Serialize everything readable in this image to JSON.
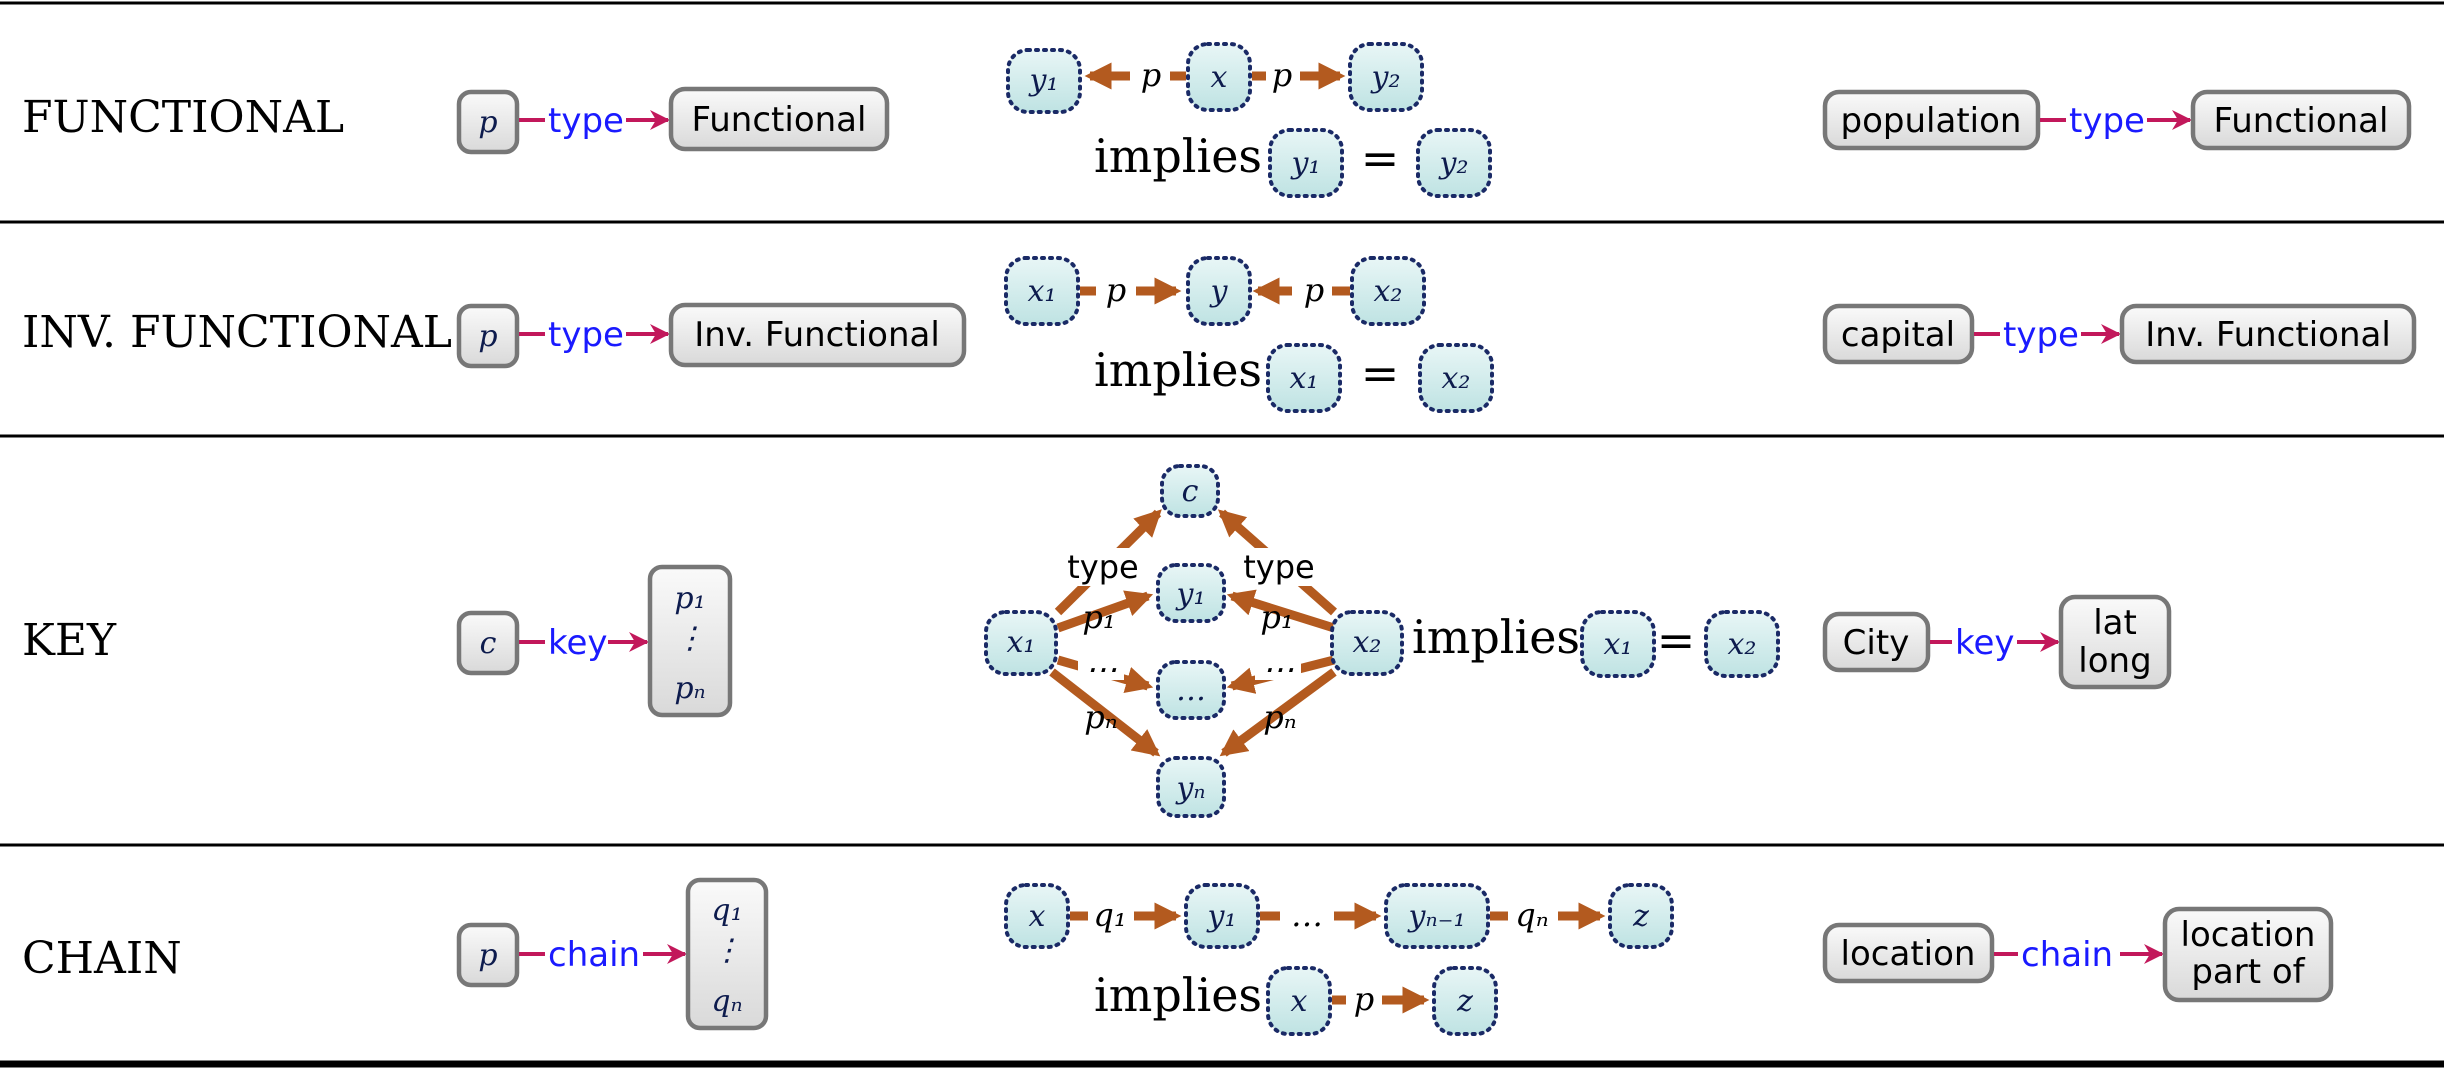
{
  "rows": [
    {
      "title": "FUNCTIONAL",
      "left": {
        "subject": "p",
        "relation": "type",
        "object": "Functional"
      },
      "pattern": {
        "n1": "y₁",
        "e1": "p",
        "n2": "x",
        "e2": "p",
        "n3": "y₂"
      },
      "implies": {
        "word": "implies",
        "lhs": "y₁",
        "eq": "=",
        "rhs": "y₂"
      },
      "example": {
        "subject": "population",
        "relation": "type",
        "object": "Functional"
      }
    },
    {
      "title": "INV. FUNCTIONAL",
      "left": {
        "subject": "p",
        "relation": "type",
        "object": "Inv. Functional"
      },
      "pattern": {
        "n1": "x₁",
        "e1": "p",
        "n2": "y",
        "e2": "p",
        "n3": "x₂"
      },
      "implies": {
        "word": "implies",
        "lhs": "x₁",
        "eq": "=",
        "rhs": "x₂"
      },
      "example": {
        "subject": "capital",
        "relation": "type",
        "object": "Inv. Functional"
      }
    },
    {
      "title": "KEY",
      "left": {
        "subject": "c",
        "relation": "key",
        "obj_top": "p₁",
        "obj_dots": "⋮",
        "obj_bot": "pₙ"
      },
      "pattern": {
        "c": "c",
        "x1": "x₁",
        "x2": "x₂",
        "y1": "y₁",
        "ydots": "…",
        "yn": "yₙ",
        "type_left": "type",
        "type_right": "type",
        "p1_left": "p₁",
        "p1_right": "p₁",
        "dots_left": "⋯",
        "dots_right": "⋯",
        "pn_left": "pₙ",
        "pn_right": "pₙ"
      },
      "implies": {
        "word": "implies",
        "lhs": "x₁",
        "eq": "=",
        "rhs": "x₂"
      },
      "example": {
        "subject": "City",
        "relation": "key",
        "obj_line1": "lat",
        "obj_line2": "long"
      }
    },
    {
      "title": "CHAIN",
      "left": {
        "subject": "p",
        "relation": "chain",
        "obj_top": "q₁",
        "obj_dots": "⋮",
        "obj_bot": "qₙ"
      },
      "pattern": {
        "n1": "x",
        "e1": "q₁",
        "n2": "y₁",
        "mid": "…",
        "n3": "yₙ₋₁",
        "e3": "qₙ",
        "n4": "z"
      },
      "implies": {
        "word": "implies",
        "n1": "x",
        "e1": "p",
        "n2": "z"
      },
      "example": {
        "subject": "location",
        "relation": "chain",
        "obj_line1": "location",
        "obj_line2": "part of"
      }
    }
  ],
  "colors": {
    "relation_text": "#1a1aff",
    "relation_arrow": "#c2185b",
    "pattern_arrow": "#b35a1f",
    "node_fill": "#cdeaea"
  }
}
